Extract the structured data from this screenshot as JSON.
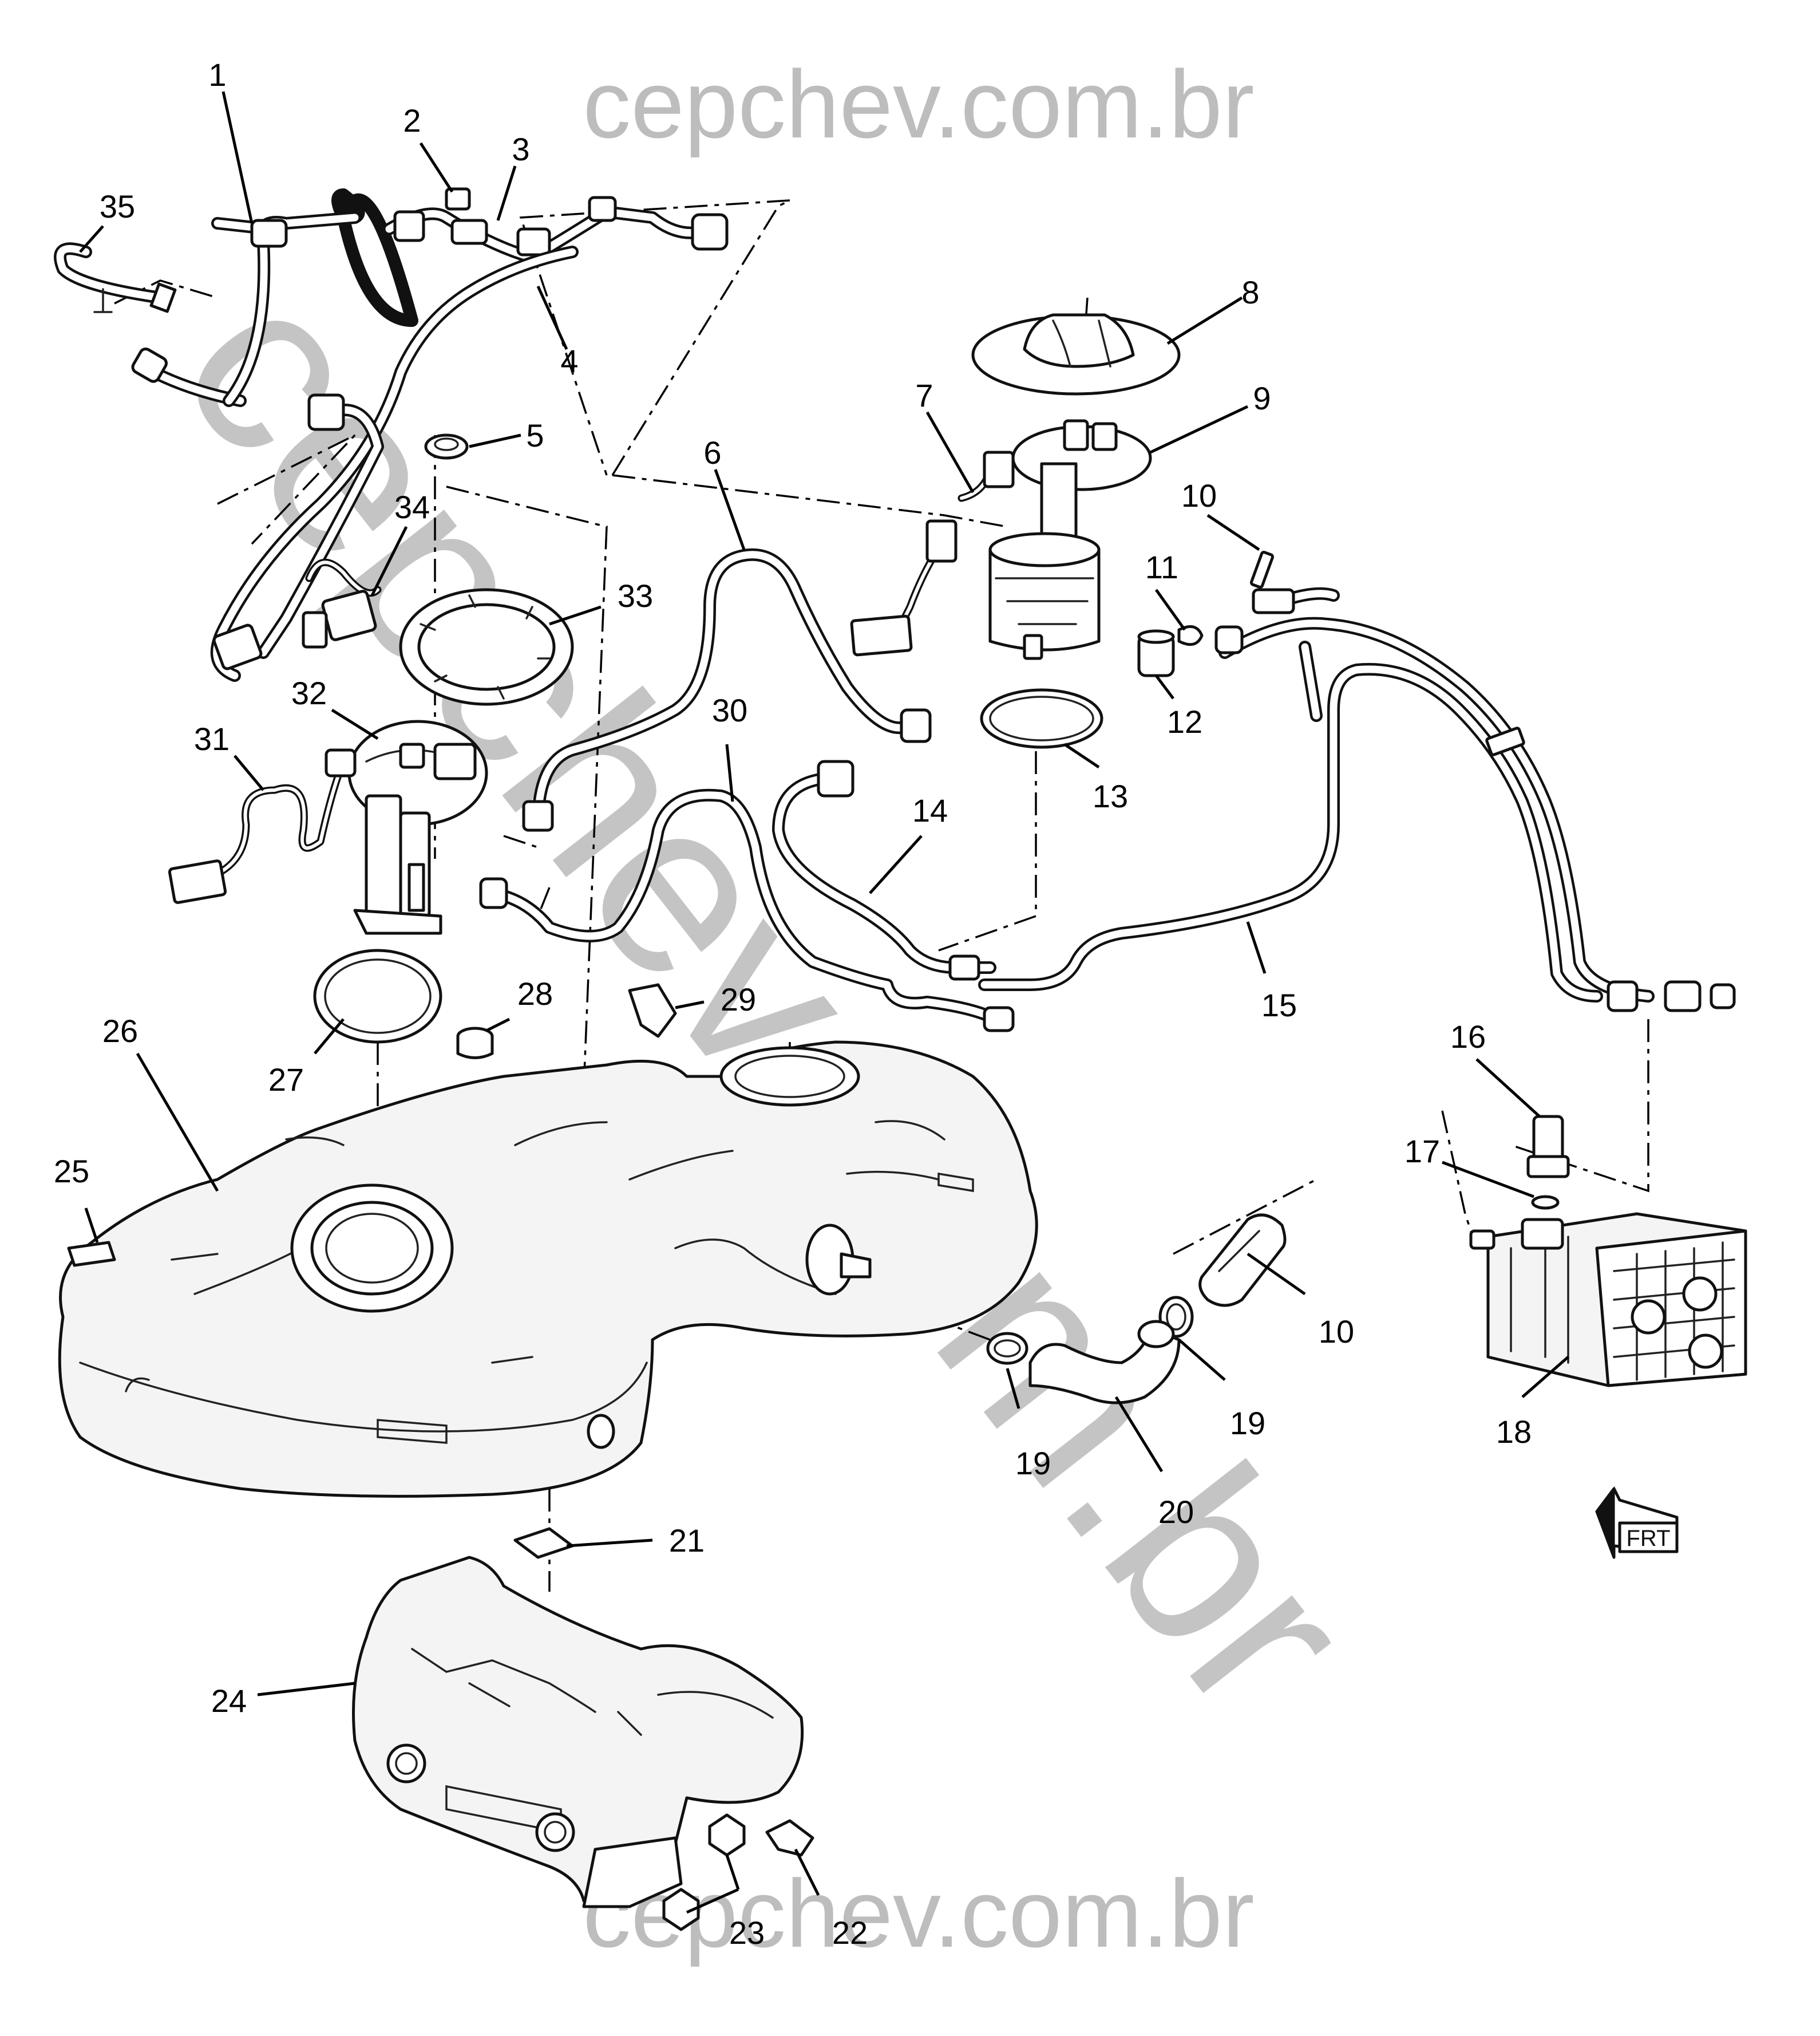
{
  "watermark": {
    "top": "cepchev.com.br",
    "diagonal": "cepchev.com.br",
    "bottom": "cepchev.com.br"
  },
  "orientation": {
    "label": "FRT"
  },
  "callouts": {
    "c1": "1",
    "c2": "2",
    "c3": "3",
    "c4": "4",
    "c5": "5",
    "c6": "6",
    "c7": "7",
    "c8": "8",
    "c9": "9",
    "c10a": "10",
    "c10b": "10",
    "c11": "11",
    "c12": "12",
    "c13": "13",
    "c14": "14",
    "c15": "15",
    "c16": "16",
    "c17": "17",
    "c18": "18",
    "c19a": "19",
    "c19b": "19",
    "c20": "20",
    "c21": "21",
    "c22": "22",
    "c23": "23",
    "c24": "24",
    "c25": "25",
    "c26": "26",
    "c27": "27",
    "c28": "28",
    "c29": "29",
    "c30": "30",
    "c31": "31",
    "c32": "32",
    "c33": "33",
    "c34": "34",
    "c35": "35"
  }
}
